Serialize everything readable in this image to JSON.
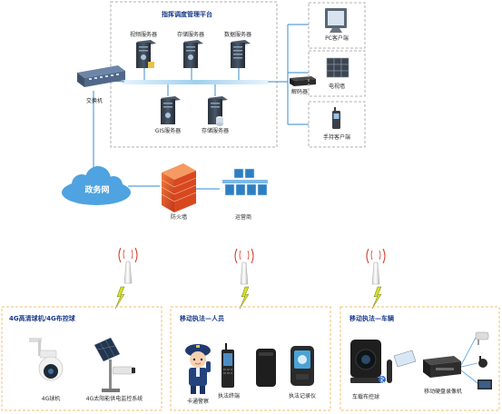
{
  "colors": {
    "center_border": "#b0b0b0",
    "edge_border": "#f0c070",
    "link_line": "#5aa0d8",
    "backbone": "#9fd0f0",
    "cloud": "#4fa3e0",
    "lightning": "#d9e021",
    "title_text": "#1a3a8a"
  },
  "center": {
    "title": "指挥调度管理平台",
    "servers": [
      {
        "label": "视频服务器",
        "icon": "server-icon"
      },
      {
        "label": "存储服务器",
        "icon": "server-icon"
      },
      {
        "label": "数据服务器",
        "icon": "server-icon"
      },
      {
        "label": "GIS服务器",
        "icon": "server-icon"
      },
      {
        "label": "存储服务器",
        "icon": "storage-server-icon"
      }
    ],
    "switch_label": "交换机",
    "decoder_label": "解码器",
    "clients": [
      {
        "label": "PC客户端",
        "icon": "monitor-icon"
      },
      {
        "label": "电视墙",
        "icon": "video-wall-icon"
      },
      {
        "label": "手持客户端",
        "icon": "handheld-terminal-icon"
      }
    ]
  },
  "network": {
    "cloud_label": "政务网",
    "firewall_label": "防火墙",
    "gateway_label": "运营商"
  },
  "edge": [
    {
      "title": "4G高清球机/4G布控球",
      "devices": [
        {
          "label": "4G球机",
          "icon": "ptz-camera-icon"
        },
        {
          "label": "4G太阳能供电监控系统",
          "icon": "solar-camera-icon"
        }
      ]
    },
    {
      "title": "移动执法—人员",
      "devices": [
        {
          "label": "卡通警察",
          "icon": "police-cartoon-icon"
        },
        {
          "label": "执法终端",
          "icon": "handset-icon"
        },
        {
          "label": "执法记录仪",
          "icon": "body-camera-icon"
        }
      ]
    },
    {
      "title": "移动执法—车辆",
      "devices": [
        {
          "label": "车载布控球",
          "icon": "vehicle-dome-camera-icon"
        },
        {
          "label": "移动硬盘录像机",
          "icon": "mobile-dvr-icon"
        }
      ]
    }
  ]
}
